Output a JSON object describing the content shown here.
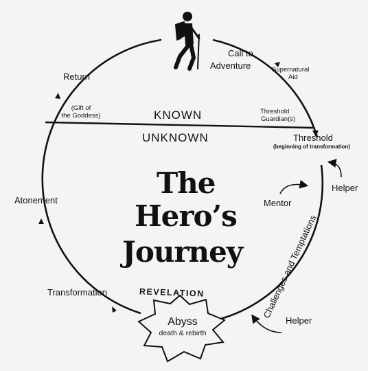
{
  "title": {
    "line1": "The",
    "line2": "Hero’s",
    "line3": "Journey"
  },
  "divider": {
    "known": "KNOWN",
    "unknown": "UNKNOWN"
  },
  "stages": {
    "call": "Call to",
    "adventure": "Adventure",
    "supernatural": "Supernatural",
    "aid": "Aid",
    "guardian_line1": "Threshold",
    "guardian_line2": "Guardian(s)",
    "threshold": "Threshold",
    "threshold_sub": "(beginning of transformation)",
    "helper_upper": "Helper",
    "mentor": "Mentor",
    "challenges": "Challenges and Temptations",
    "helper_lower": "Helper",
    "revelation": "REVELATION",
    "abyss": "Abyss",
    "abyss_sub": "death & rebirth",
    "transformation": "Transformation",
    "atonement": "Atonement",
    "return": "Return",
    "gift_line1": "(Gift of",
    "gift_line2": "the Goddess)"
  },
  "colors": {
    "ink": "#111111",
    "paper": "#f4f4f2"
  },
  "icons": {
    "hiker": "hiker-icon"
  }
}
